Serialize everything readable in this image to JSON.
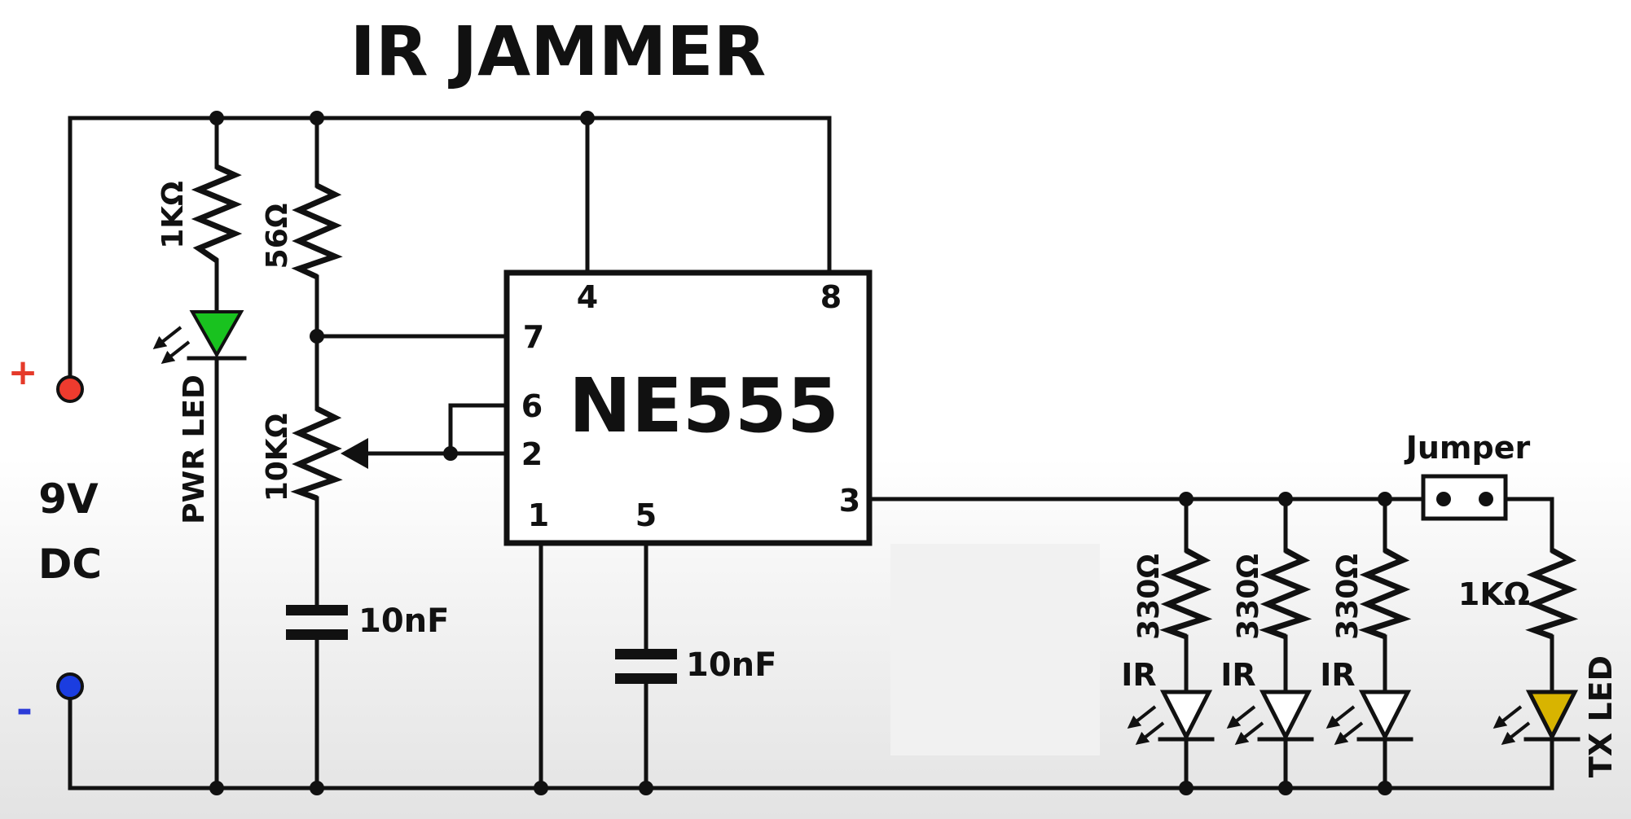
{
  "diagram": {
    "title": "IR JAMMER",
    "ic": {
      "name": "NE555",
      "pins": {
        "p1": "1",
        "p2": "2",
        "p3": "3",
        "p4": "4",
        "p5": "5",
        "p6": "6",
        "p7": "7",
        "p8": "8"
      }
    },
    "power": {
      "plus": "+",
      "minus": "-",
      "voltage": "9V",
      "type": "DC"
    },
    "components": {
      "r_pwr": "1KΩ",
      "r_top": "56Ω",
      "pot": "10KΩ",
      "c_timing": "10nF",
      "c_ctrl": "10nF",
      "r_ir1": "330Ω",
      "r_ir2": "330Ω",
      "r_ir3": "330Ω",
      "r_tx": "1KΩ",
      "pwr_led": "PWR LED",
      "tx_led": "TX LED",
      "ir1": "IR",
      "ir2": "IR",
      "ir3": "IR",
      "jumper": "Jumper"
    },
    "colors": {
      "pwr_led": "#19c21f",
      "tx_led": "#d8b400",
      "plus_terminal": "#ee3b2e",
      "minus_terminal": "#1b3de0",
      "plus_sign": "#e53a2a",
      "minus_sign": "#2b3bd8",
      "wire": "#111111"
    }
  }
}
